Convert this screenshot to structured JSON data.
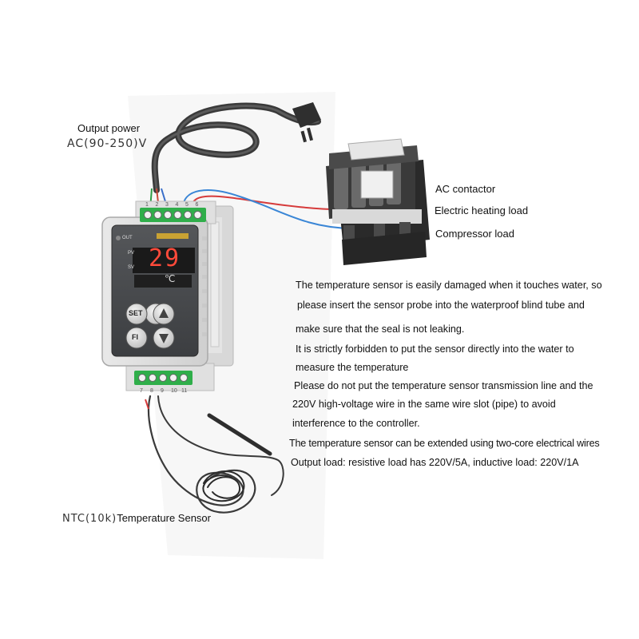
{
  "labels": {
    "output_power": "Output power",
    "ac_range": "AC(90-250)V",
    "ac_contactor": "AC contactor",
    "electric_heating_load": "Electric heating load",
    "compressor_load": "Compressor load",
    "ntc_code": "NTC(10k)",
    "ntc_label": "Temperature Sensor"
  },
  "controller": {
    "display_value": "29",
    "unit": "℃",
    "pv_label": "PV",
    "sv_label": "SV",
    "out_label": "OUT",
    "set_button": "SET",
    "fi_button": "FI",
    "top_terminals": [
      "1",
      "2",
      "3",
      "4",
      "5",
      "6"
    ],
    "bottom_terminals": [
      "7",
      "8",
      "9",
      "10",
      "11"
    ]
  },
  "notes": [
    "The temperature sensor is easily damaged when it touches water, so",
    "please insert the sensor probe into the waterproof blind tube and",
    "make sure that the seal is not leaking.",
    "It is strictly forbidden to put the sensor directly into the water to",
    "measure the temperature",
    "Please do not put the temperature sensor transmission line and the",
    "220V high-voltage wire in the same wire slot (pipe) to avoid",
    "interference to the controller.",
    "The temperature sensor can be extended using two-core electrical wires",
    "Output load: resistive load has 220V/5A, inductive load: 220V/1A"
  ],
  "colors": {
    "red_wire": "#d63b3b",
    "blue_wire": "#3a86d6",
    "terminal_green": "#2fae4a",
    "display_red": "#ff4a3a",
    "cable": "#3a3a3a"
  }
}
